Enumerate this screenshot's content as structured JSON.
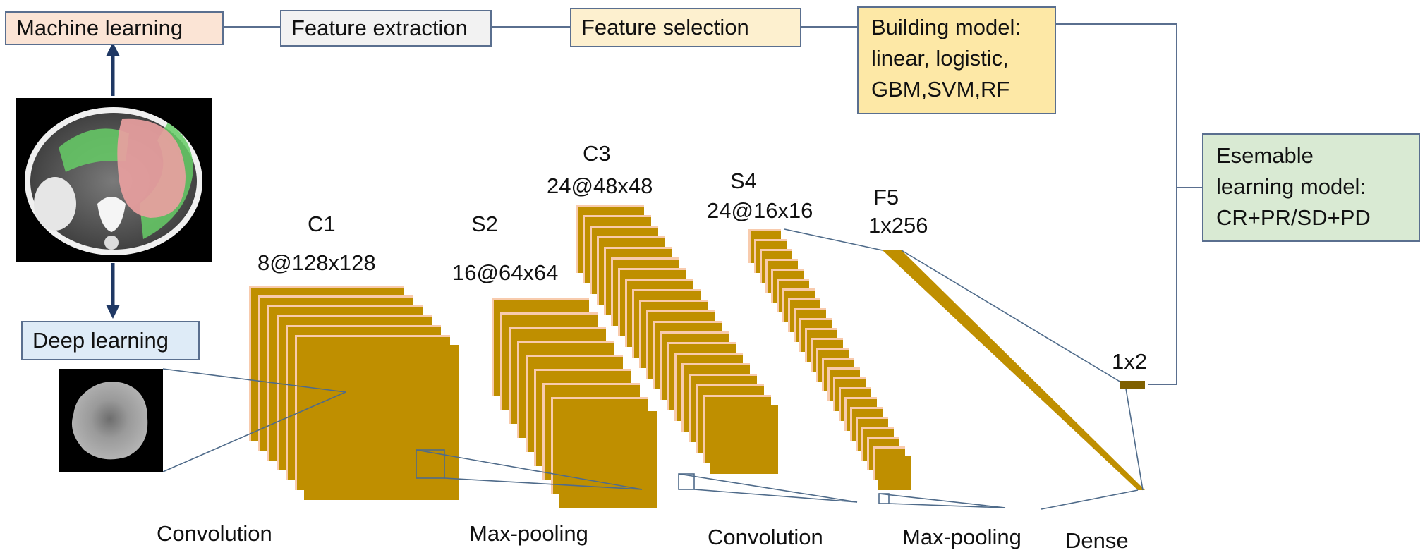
{
  "pipeline": {
    "machine_learning": "Machine learning",
    "feature_extraction": "Feature extraction",
    "feature_selection": "Feature selection",
    "building_model": [
      "Building model:",
      "linear, logistic,",
      "GBM,SVM,RF"
    ],
    "ensemble": [
      "Esemable",
      "learning model:",
      "CR+PR/SD+PD"
    ],
    "deep_learning": "Deep learning"
  },
  "layers": {
    "c1_name": "C1",
    "c1_dims": "8@128x128",
    "s2_name": "S2",
    "s2_dims": "16@64x64",
    "c3_name": "C3",
    "c3_dims": "24@48x48",
    "s4_name": "S4",
    "s4_dims": "24@16x16",
    "f5_name": "F5",
    "f5_dims": "1x256",
    "out_dims": "1x2"
  },
  "operations": {
    "conv1": "Convolution",
    "pool1": "Max-pooling",
    "conv2": "Convolution",
    "pool2": "Max-pooling",
    "dense": "Dense"
  },
  "colors": {
    "machine_learning_fill": "#fbe4d5",
    "feature_extraction_fill": "#f2f2f2",
    "feature_selection_fill": "#fdf0cf",
    "building_model_fill": "#fde8a6",
    "ensemble_fill": "#d9ead3",
    "deep_learning_fill": "#deebf7",
    "box_border": "#5a6f8f",
    "layer_fill": "#bf8f00",
    "layer_back": "#f8cbad",
    "connector": "#5a6f8f",
    "arrow": "#1f3864"
  }
}
